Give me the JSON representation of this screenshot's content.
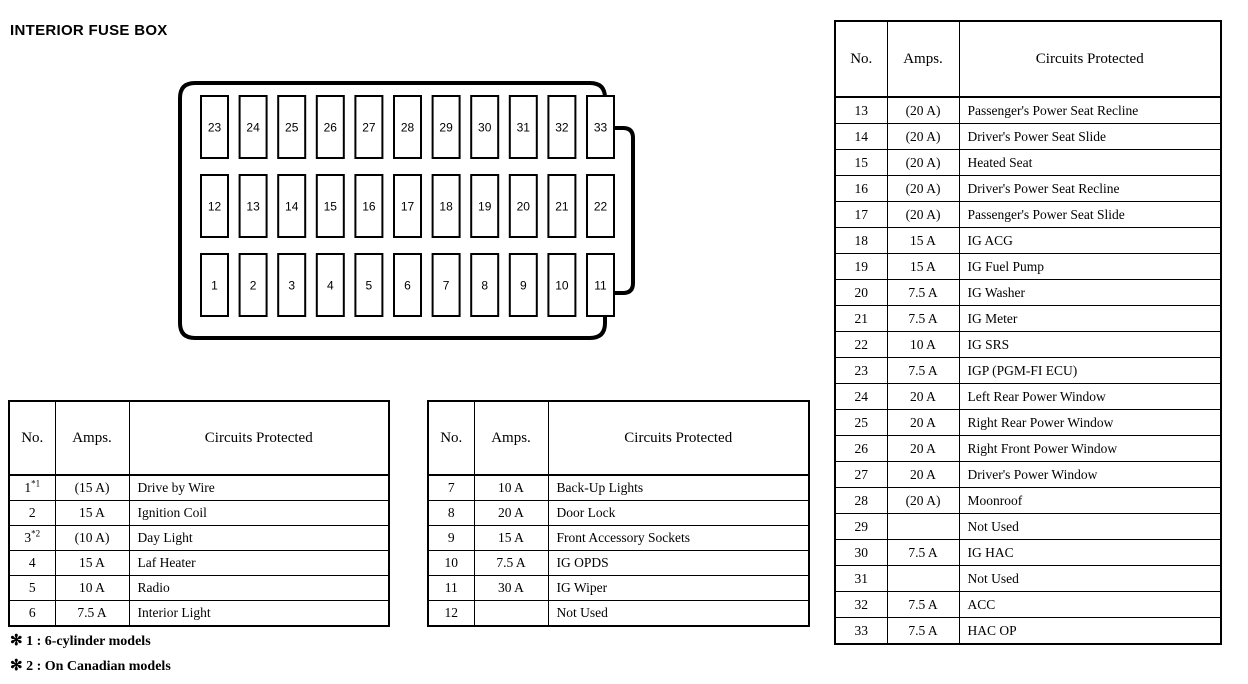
{
  "title": "INTERIOR FUSE BOX",
  "diagram": {
    "name": "interior-fuse-box-diagram",
    "rows": [
      {
        "name": "top-row",
        "slots": [
          "23",
          "24",
          "25",
          "26",
          "27",
          "28",
          "29",
          "30",
          "31",
          "32",
          "33"
        ]
      },
      {
        "name": "middle-row",
        "slots": [
          "12",
          "13",
          "14",
          "15",
          "16",
          "17",
          "18",
          "19",
          "20",
          "21",
          "22"
        ]
      },
      {
        "name": "bottom-row",
        "slots": [
          "1",
          "2",
          "3",
          "4",
          "5",
          "6",
          "7",
          "8",
          "9",
          "10",
          "11"
        ]
      }
    ]
  },
  "tables": {
    "left": {
      "headers": [
        "No.",
        "Amps.",
        "Circuits Protected"
      ],
      "rows": [
        {
          "no": "1",
          "footnote": "1",
          "amps": "(15 A)",
          "circuit": "Drive by Wire"
        },
        {
          "no": "2",
          "footnote": "",
          "amps": "15 A",
          "circuit": "Ignition  Coil"
        },
        {
          "no": "3",
          "footnote": "2",
          "amps": "(10 A)",
          "circuit": "Day Light"
        },
        {
          "no": "4",
          "footnote": "",
          "amps": "15 A",
          "circuit": "Laf Heater"
        },
        {
          "no": "5",
          "footnote": "",
          "amps": "10 A",
          "circuit": "Radio"
        },
        {
          "no": "6",
          "footnote": "",
          "amps": "7.5 A",
          "circuit": "Interior Light"
        }
      ]
    },
    "middle": {
      "headers": [
        "No.",
        "Amps.",
        "Circuits Protected"
      ],
      "rows": [
        {
          "no": "7",
          "footnote": "",
          "amps": "10 A",
          "circuit": "Back-Up Lights"
        },
        {
          "no": "8",
          "footnote": "",
          "amps": "20 A",
          "circuit": "Door Lock"
        },
        {
          "no": "9",
          "footnote": "",
          "amps": "15 A",
          "circuit": "Front Accessory Sockets"
        },
        {
          "no": "10",
          "footnote": "",
          "amps": "7.5 A",
          "circuit": "IG OPDS"
        },
        {
          "no": "11",
          "footnote": "",
          "amps": "30 A",
          "circuit": "IG Wiper"
        },
        {
          "no": "12",
          "footnote": "",
          "amps": "",
          "circuit": "Not Used"
        }
      ]
    },
    "right": {
      "headers": [
        "No.",
        "Amps.",
        "Circuits Protected"
      ],
      "rows": [
        {
          "no": "13",
          "footnote": "",
          "amps": "(20 A)",
          "circuit": "Passenger's Power Seat Recline"
        },
        {
          "no": "14",
          "footnote": "",
          "amps": "(20 A)",
          "circuit": "Driver's Power Seat Slide"
        },
        {
          "no": "15",
          "footnote": "",
          "amps": "(20 A)",
          "circuit": "Heated Seat"
        },
        {
          "no": "16",
          "footnote": "",
          "amps": "(20 A)",
          "circuit": "Driver's Power Seat Recline"
        },
        {
          "no": "17",
          "footnote": "",
          "amps": "(20 A)",
          "circuit": "Passenger's Power Seat Slide"
        },
        {
          "no": "18",
          "footnote": "",
          "amps": "15 A",
          "circuit": "IG ACG"
        },
        {
          "no": "19",
          "footnote": "",
          "amps": "15 A",
          "circuit": "IG Fuel Pump"
        },
        {
          "no": "20",
          "footnote": "",
          "amps": "7.5 A",
          "circuit": "IG Washer"
        },
        {
          "no": "21",
          "footnote": "",
          "amps": "7.5 A",
          "circuit": "IG Meter"
        },
        {
          "no": "22",
          "footnote": "",
          "amps": "10 A",
          "circuit": "IG SRS"
        },
        {
          "no": "23",
          "footnote": "",
          "amps": "7.5 A",
          "circuit": "IGP (PGM-FI ECU)"
        },
        {
          "no": "24",
          "footnote": "",
          "amps": "20 A",
          "circuit": "Left Rear Power Window"
        },
        {
          "no": "25",
          "footnote": "",
          "amps": "20 A",
          "circuit": "Right Rear Power Window"
        },
        {
          "no": "26",
          "footnote": "",
          "amps": "20 A",
          "circuit": "Right Front Power Window"
        },
        {
          "no": "27",
          "footnote": "",
          "amps": "20 A",
          "circuit": "Driver's Power Window"
        },
        {
          "no": "28",
          "footnote": "",
          "amps": "(20 A)",
          "circuit": "Moonroof"
        },
        {
          "no": "29",
          "footnote": "",
          "amps": "",
          "circuit": "Not Used"
        },
        {
          "no": "30",
          "footnote": "",
          "amps": "7.5 A",
          "circuit": "IG HAC"
        },
        {
          "no": "31",
          "footnote": "",
          "amps": "",
          "circuit": "Not Used"
        },
        {
          "no": "32",
          "footnote": "",
          "amps": "7.5 A",
          "circuit": "ACC"
        },
        {
          "no": "33",
          "footnote": "",
          "amps": "7.5 A",
          "circuit": "HAC OP"
        }
      ]
    }
  },
  "footnotes": [
    {
      "marker": "✻",
      "number": "1",
      "text": ": 6-cylinder models"
    },
    {
      "marker": "✻",
      "number": "2",
      "text": ": On Canadian models"
    }
  ],
  "colors": {
    "ink": "#000000",
    "paper": "#ffffff"
  }
}
